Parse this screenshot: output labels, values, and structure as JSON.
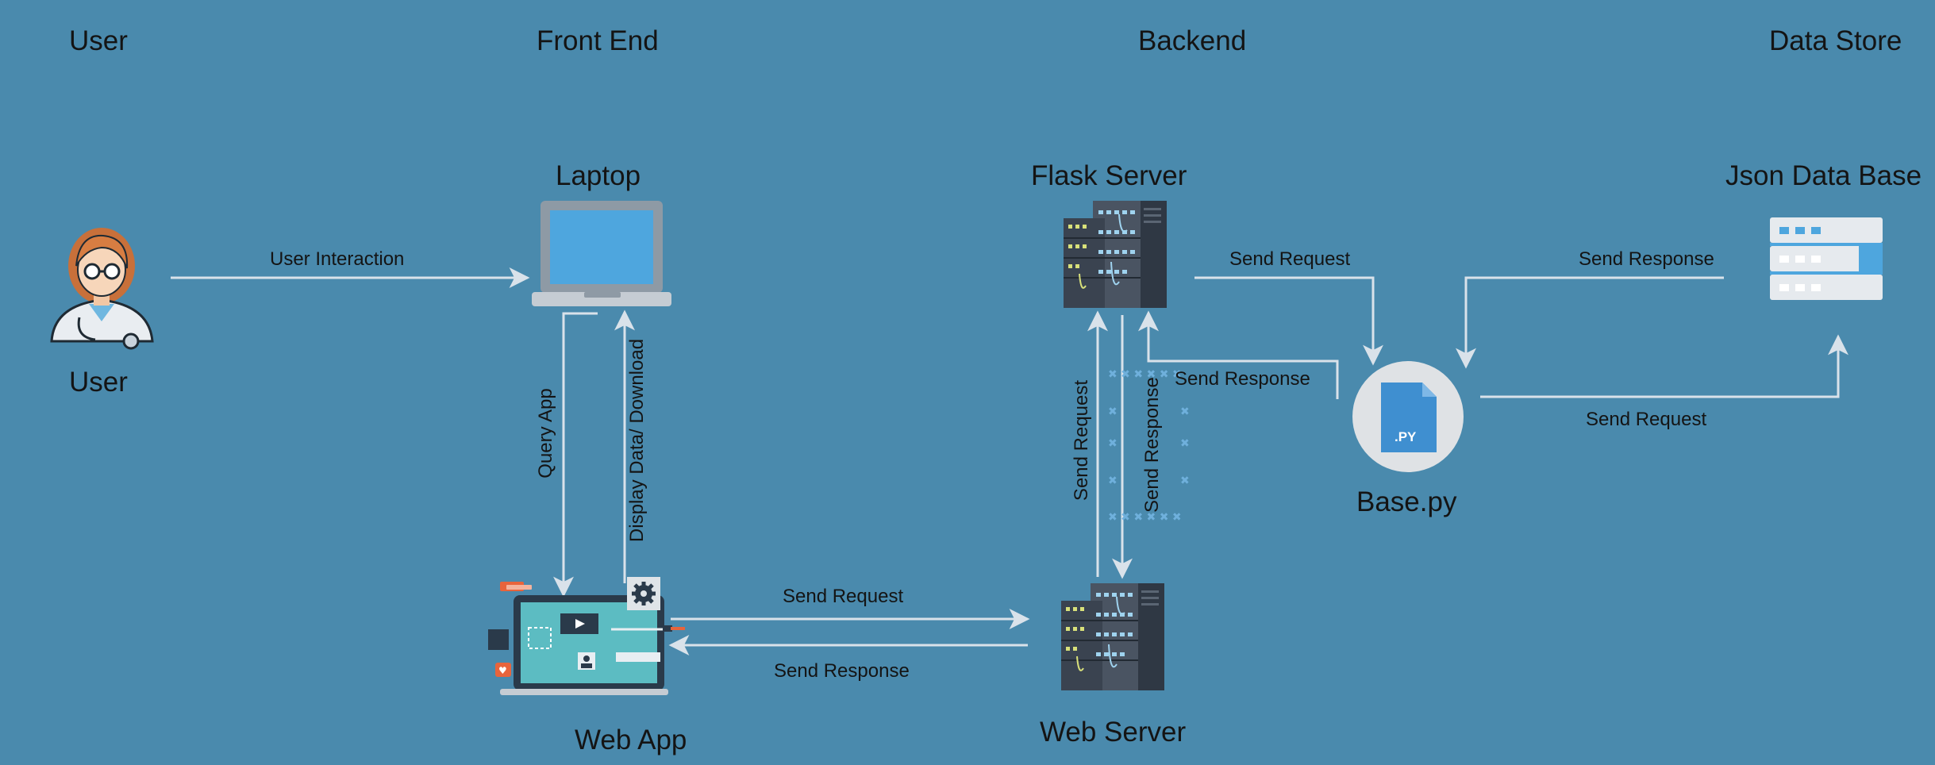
{
  "columns": {
    "user": "User",
    "frontend": "Front End",
    "backend": "Backend",
    "datastore": "Data Store"
  },
  "nodes": {
    "user": "User",
    "laptop": "Laptop",
    "webapp": "Web App",
    "flask": "Flask Server",
    "webserver": "Web Server",
    "basepy": "Base.py",
    "basepy_badge": ".PY",
    "json": "Json Data Base"
  },
  "edges": {
    "user_interaction": "User Interaction",
    "query_app": "Query  App",
    "display_data": "Display Data/ Download",
    "webapp_send_request": "Send Request",
    "webapp_send_response": "Send Response",
    "ws_send_request": "Send Request",
    "ws_send_response": "Send Response",
    "flask_send_request": "Send Request",
    "flask_send_response": "Send Response",
    "json_send_response": "Send Response",
    "json_send_request": "Send Request"
  },
  "colors": {
    "background": "#4a8aad",
    "arrow": "#d9e2ea",
    "text": "#141414",
    "screen": "#4ea6de",
    "accent": "#e8643c"
  }
}
